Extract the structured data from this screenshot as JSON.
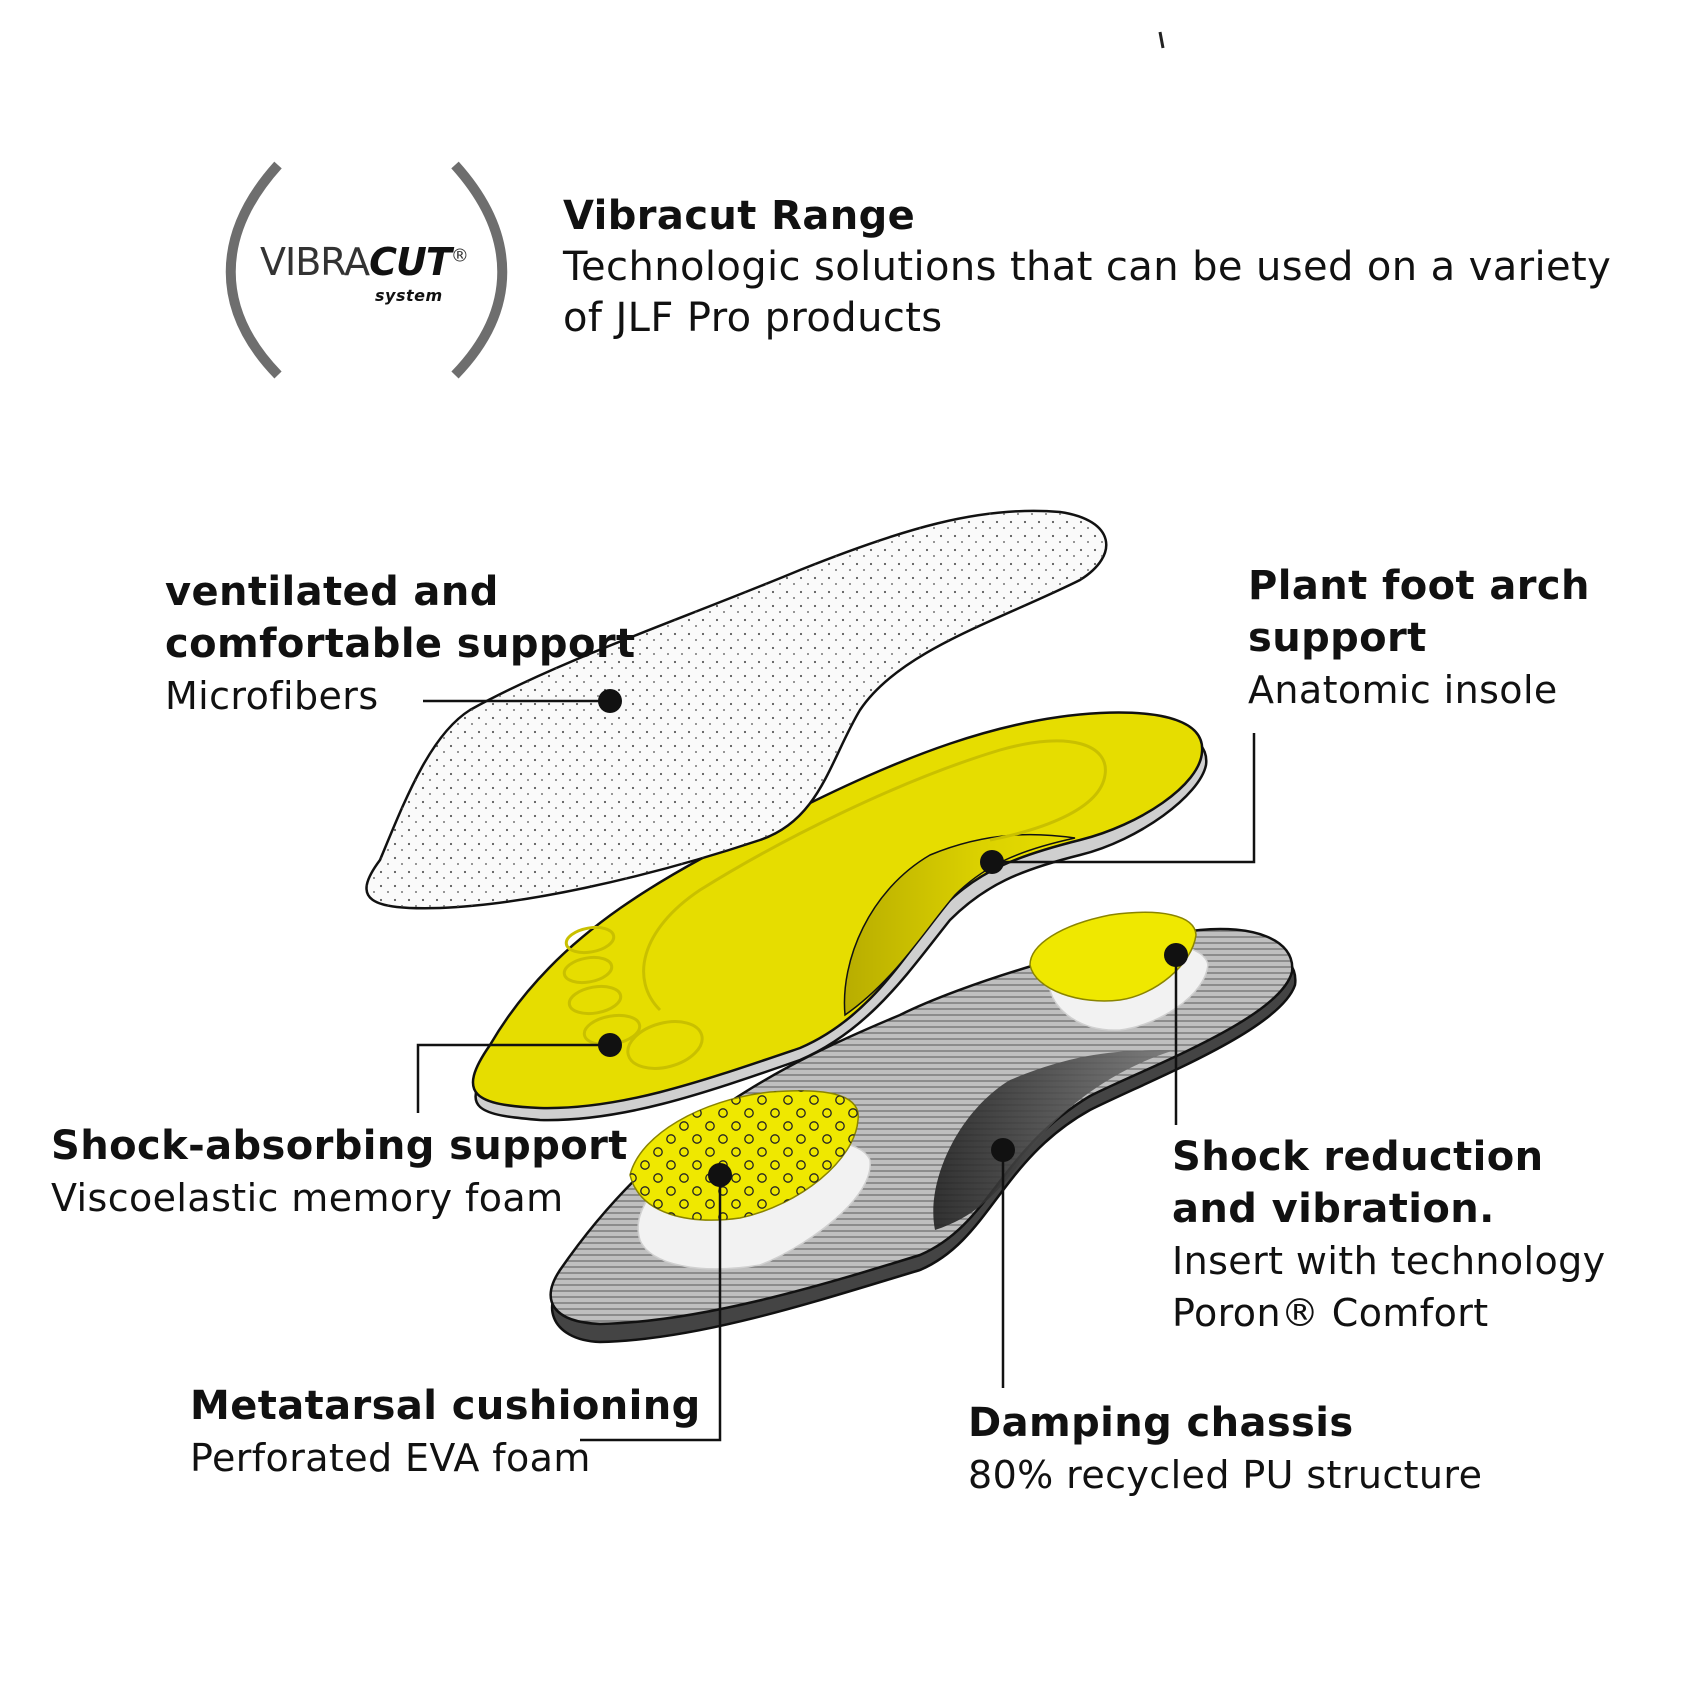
{
  "header": {
    "title": "Vibracut Range",
    "description_line1": "Technologic solutions that can be used on a variety",
    "description_line2": "of JLF Pro products"
  },
  "logo": {
    "word_light": "VIBRA",
    "word_bold": "CUT",
    "registered": "®",
    "sub": "system"
  },
  "callouts": {
    "microfibers": {
      "title_line1": "ventilated and",
      "title_line2": "comfortable support",
      "subtitle": "Microfibers"
    },
    "arch": {
      "title_line1": "Plant foot arch",
      "title_line2": "support",
      "subtitle": "Anatomic insole"
    },
    "memory_foam": {
      "title": "Shock-absorbing support",
      "subtitle": "Viscoelastic memory foam"
    },
    "poron": {
      "title_line1": "Shock reduction",
      "title_line2": "and vibration.",
      "subtitle_line1": "Insert with technology",
      "subtitle_line2": "Poron® Comfort"
    },
    "metatarsal": {
      "title": "Metatarsal cushioning",
      "subtitle": "Perforated EVA foam"
    },
    "chassis": {
      "title": "Damping chassis",
      "subtitle": "80% recycled PU structure"
    }
  },
  "colors": {
    "yellow": "#e6dd00",
    "yellow_bright": "#efe800",
    "gray_dark": "#4a4a4a",
    "gray_mid": "#9a9a9a",
    "logo_paren": "#6e6e6e"
  }
}
